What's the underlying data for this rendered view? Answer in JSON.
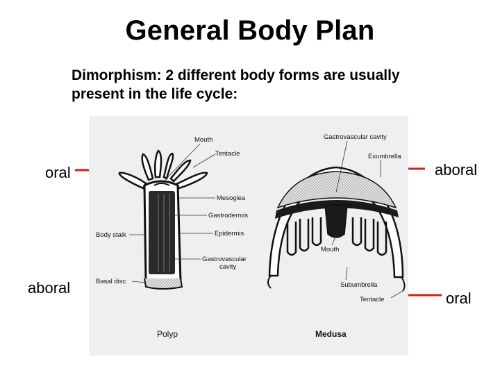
{
  "title": "General Body Plan",
  "subtitle": {
    "line1": "Dimorphism: 2 different body forms are usually",
    "line2": "present in the life cycle:"
  },
  "side_labels": {
    "polyp_top": "oral",
    "polyp_bottom": "aboral",
    "medusa_top": "aboral",
    "medusa_bottom": "oral"
  },
  "figure": {
    "polyp": {
      "caption": "Polyp",
      "mouth": "Mouth",
      "tentacle": "Tentacle",
      "mesoglea": "Mesoglea",
      "gastrodermis": "Gastrodermis",
      "epidermis": "Epidermis",
      "body_stalk": "Body stalk",
      "gv_cavity_line1": "Gastrovascular",
      "gv_cavity_line2": "cavity",
      "basal_disc": "Basal disc"
    },
    "medusa": {
      "caption": "Medusa",
      "gv_cavity": "Gastrovascular cavity",
      "exumbrella": "Exumbrella",
      "mouth": "Mouth",
      "subumbrella": "Subumbrella",
      "tentacle": "Tentacle"
    }
  },
  "colors": {
    "accent_red": "#e11a1a",
    "figure_bg": "#efefef"
  }
}
